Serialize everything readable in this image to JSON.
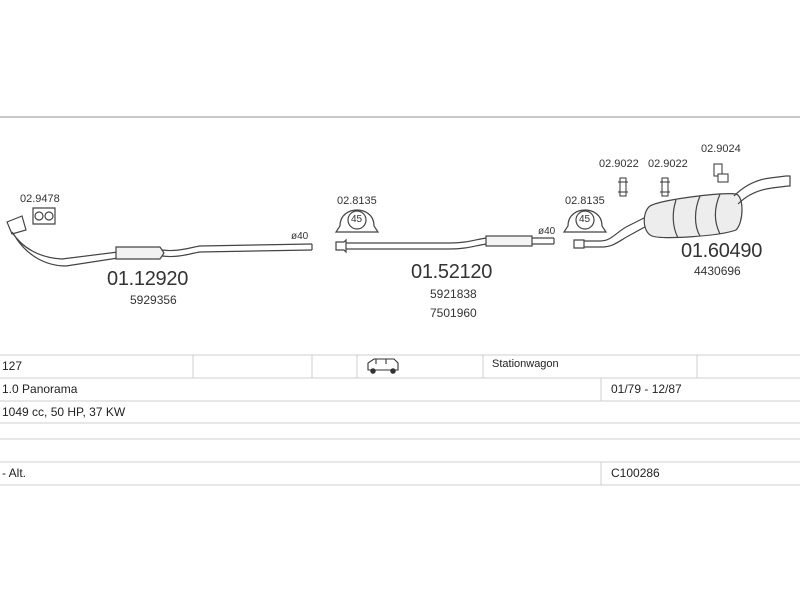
{
  "diagram": {
    "flange_label": "02.9478",
    "front_pipe": {
      "number": "01.12920",
      "oem": "5929356"
    },
    "front_diameter": "ø40",
    "front_clamp_label": "02.8135",
    "middle_pipe": {
      "number": "01.52120",
      "oem1": "5921838",
      "oem2": "7501960"
    },
    "middle_diameter": "ø40",
    "rear_clamp_label": "02.8135",
    "rubber1_label": "02.9022",
    "rubber2_label": "02.9022",
    "rubber3_label": "02.9024",
    "rear_silencer": {
      "number": "01.60490",
      "oem": "4430696"
    },
    "clamp_size": "45"
  },
  "table": {
    "model": "127",
    "icon": "station-wagon-icon",
    "body": "Stationwagon",
    "engine": "1.0 Panorama",
    "years": "01/79 - 12/87",
    "spec": "1049 cc, 50 HP, 37 KW",
    "note": "- Alt.",
    "code": "C100286"
  }
}
